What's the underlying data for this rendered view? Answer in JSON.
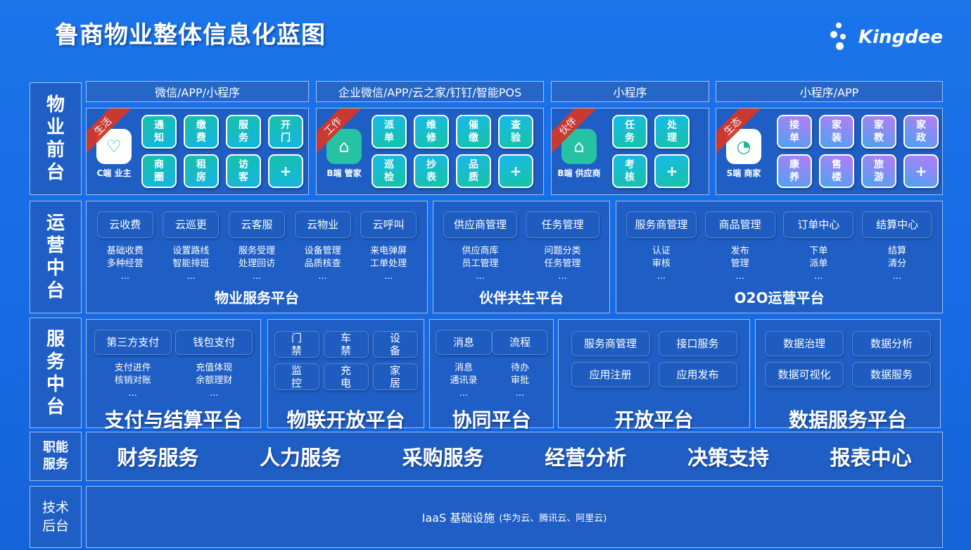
{
  "title": "鲁商物业整体信息化蓝图",
  "logo": "Kingdee",
  "row_labels": [
    "物业前台",
    "运营中台",
    "服务中台",
    "职能服务",
    "技术后台"
  ],
  "front": [
    {
      "channel": "微信/APP/小程序",
      "ribbon": "生活",
      "icon": "home-heart-icon",
      "app": "C端 业主",
      "style": "green",
      "tiles": [
        "通知",
        "缴费",
        "服务",
        "开门",
        "商圈",
        "租房",
        "访客",
        "+"
      ]
    },
    {
      "channel": "企业微信/APP/云之家/钉钉/智能POS",
      "ribbon": "工作",
      "icon": "house-butler-icon",
      "app": "B端 管家",
      "style": "blue",
      "tiles": [
        "派单",
        "维修",
        "催缴",
        "查验",
        "巡检",
        "抄表",
        "品质",
        "+"
      ]
    },
    {
      "channel": "小程序",
      "ribbon": "伙伴",
      "icon": "house-butler-icon",
      "app": "B端 供应商",
      "style": "blue",
      "tiles": [
        "任务",
        "处理",
        "考核",
        "+"
      ]
    },
    {
      "channel": "小程序/APP",
      "ribbon": "生态",
      "icon": "merchant-icon",
      "app": "S端 商家",
      "style": "purple",
      "tiles": [
        "接单",
        "家装",
        "家教",
        "家政",
        "康养",
        "售楼",
        "旅游",
        "+"
      ]
    }
  ],
  "ops": [
    {
      "title": "物业服务平台",
      "cols": [
        {
          "btn": "云收费",
          "desc": [
            "基础收费",
            "多种经营",
            "..."
          ]
        },
        {
          "btn": "云巡更",
          "desc": [
            "设置路线",
            "智能排班",
            "..."
          ]
        },
        {
          "btn": "云客服",
          "desc": [
            "服务受理",
            "处理回访",
            "..."
          ]
        },
        {
          "btn": "云物业",
          "desc": [
            "设备管理",
            "品质核查",
            "..."
          ]
        },
        {
          "btn": "云呼叫",
          "desc": [
            "来电弹屏",
            "工单处理",
            "..."
          ]
        }
      ]
    },
    {
      "title": "伙伴共生平台",
      "cols": [
        {
          "btn": "供应商管理",
          "desc": [
            "供应商库",
            "员工管理",
            "..."
          ]
        },
        {
          "btn": "任务管理",
          "desc": [
            "问题分类",
            "任务管理",
            "..."
          ]
        }
      ]
    },
    {
      "title": "O2O运营平台",
      "cols": [
        {
          "btn": "服务商管理",
          "desc": [
            "认证",
            "审核",
            "..."
          ]
        },
        {
          "btn": "商品管理",
          "desc": [
            "发布",
            "管理",
            "..."
          ]
        },
        {
          "btn": "订单中心",
          "desc": [
            "下单",
            "派单",
            "..."
          ]
        },
        {
          "btn": "结算中心",
          "desc": [
            "结算",
            "清分",
            "..."
          ]
        }
      ]
    }
  ],
  "services": [
    {
      "title": "支付与结算平台",
      "cols": [
        {
          "btn": "第三方支付",
          "desc": [
            "支付进件",
            "核销对账",
            "..."
          ]
        },
        {
          "btn": "钱包支付",
          "desc": [
            "充值体现",
            "余额理财",
            "..."
          ]
        }
      ]
    },
    {
      "title": "物联开放平台",
      "buttons": [
        "门禁",
        "车禁",
        "设备",
        "监控",
        "充电",
        "家居"
      ]
    },
    {
      "title": "协同平台",
      "cols": [
        {
          "btn": "消息",
          "desc": [
            "消息",
            "通讯录",
            "..."
          ]
        },
        {
          "btn": "流程",
          "desc": [
            "待办",
            "审批",
            "..."
          ]
        }
      ]
    },
    {
      "title": "开放平台",
      "buttons": [
        "服务商管理",
        "接口服务",
        "应用注册",
        "应用发布"
      ]
    },
    {
      "title": "数据服务平台",
      "buttons": [
        "数据治理",
        "数据分析",
        "数据可视化",
        "数据服务"
      ]
    }
  ],
  "functions": [
    "财务服务",
    "人力服务",
    "采购服务",
    "经营分析",
    "决策支持",
    "报表中心"
  ],
  "tech": {
    "main": "IaaS 基础设施",
    "note": "(华为云、腾讯云、阿里云)"
  }
}
